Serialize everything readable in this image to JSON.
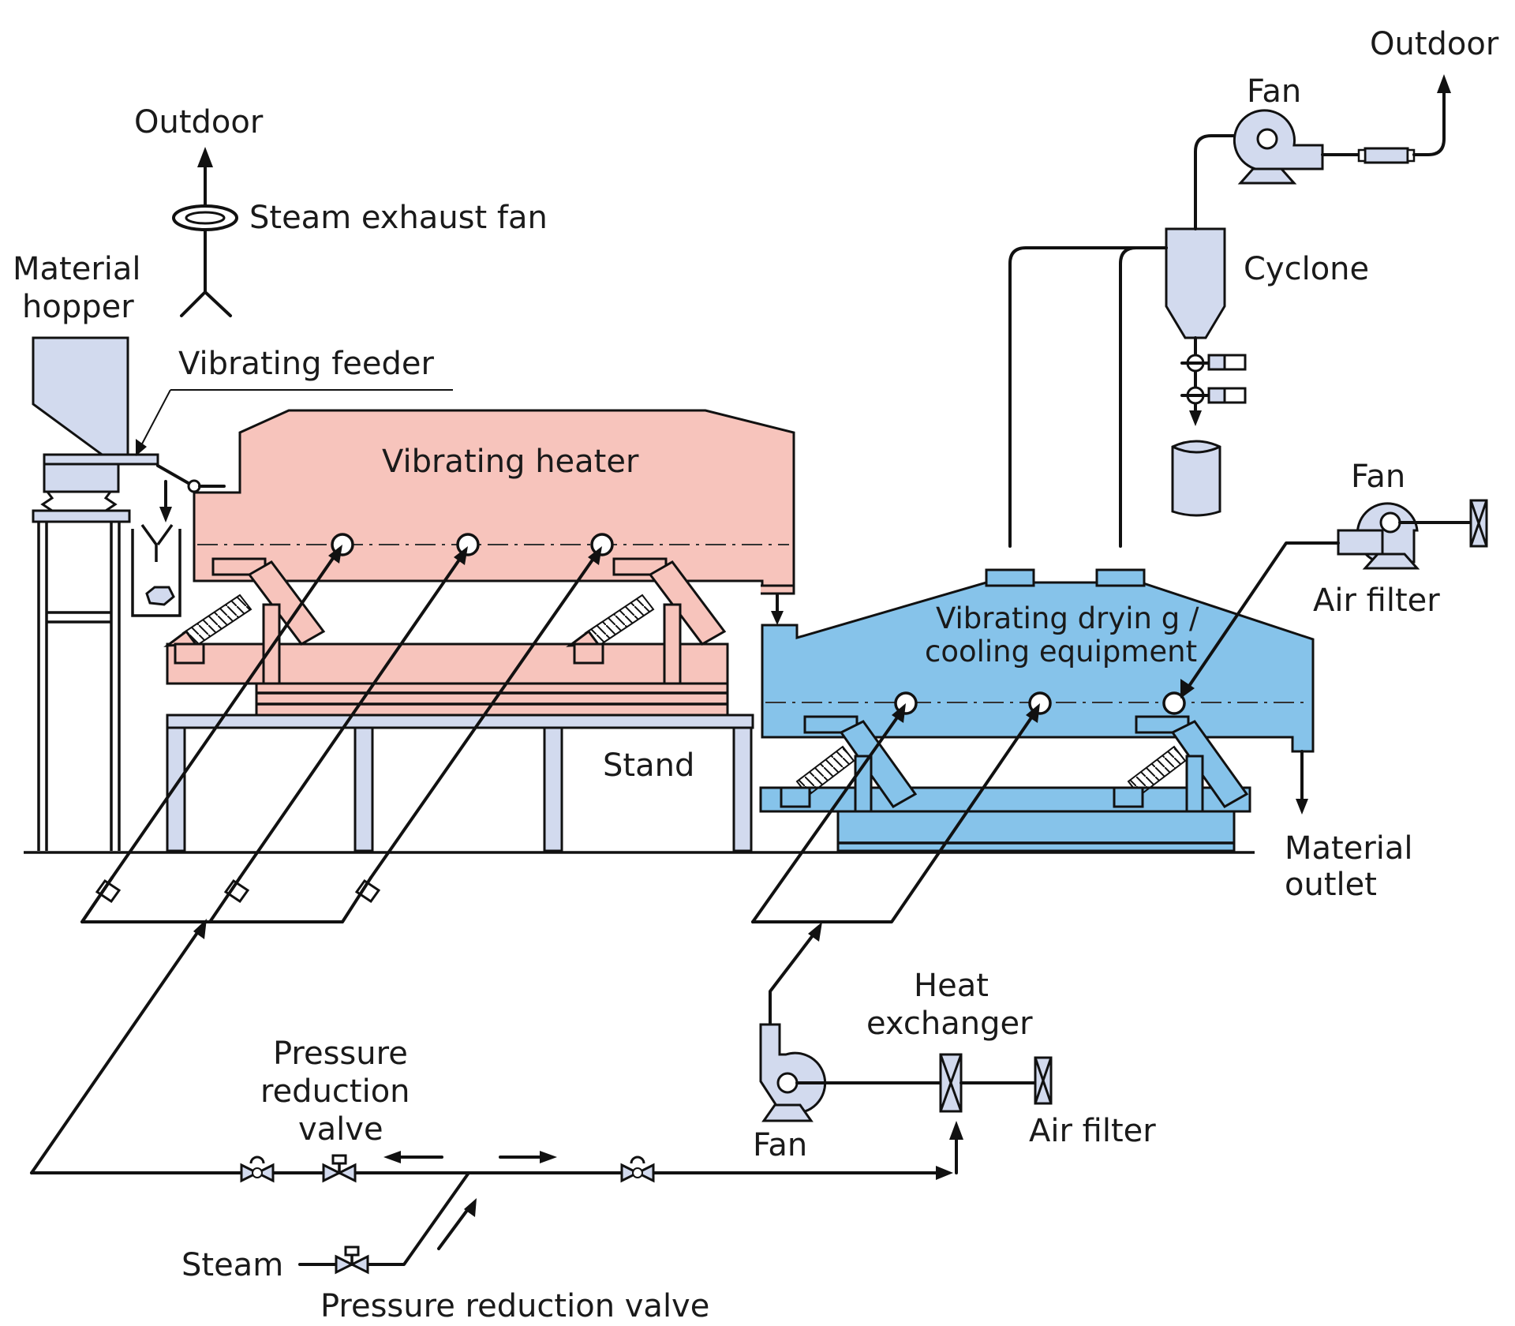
{
  "labels": {
    "outdoor_left": "Outdoor",
    "steam_exhaust_fan": "Steam exhaust fan",
    "material_hopper_l1": "Material",
    "material_hopper_l2": "hopper",
    "vibrating_feeder": "Vibrating feeder",
    "vibrating_heater": "Vibrating heater",
    "stand": "Stand",
    "outdoor_right": "Outdoor",
    "fan_top": "Fan",
    "cyclone": "Cyclone",
    "fan_right": "Fan",
    "air_filter_right": "Air filter",
    "drying_l1": "Vibrating dryin  g /",
    "drying_l2": "cooling equipment",
    "material_outlet_l1": "Material",
    "material_outlet_l2": "outlet",
    "heat_exchanger_l1": "Heat",
    "heat_exchanger_l2": "exchanger",
    "fan_bottom": "Fan",
    "air_filter_bottom": "Air filter",
    "prv_l1": "Pressure",
    "prv_l2": "reduction",
    "prv_l3": "valve",
    "steam": "Steam",
    "prv_bottom": "Pressure reduction valve"
  },
  "colors": {
    "heater_fill": "#f7c4bc",
    "dryer_fill": "#86c3ea",
    "equipment_fill": "#d2daee",
    "line": "#111111"
  }
}
